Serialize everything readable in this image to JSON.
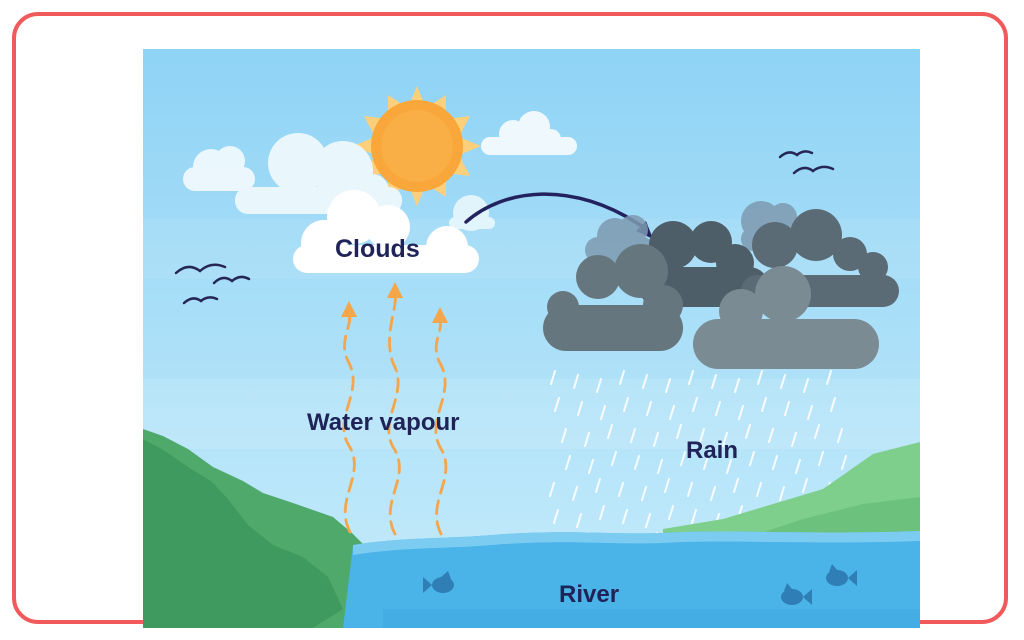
{
  "diagram": {
    "labels": {
      "clouds": "Clouds",
      "water_vapour": "Water vapour",
      "rain": "Rain",
      "river": "River"
    },
    "colors": {
      "frame_border": "#f05a5a",
      "sky_top": "#8fd3f5",
      "sky_bottom": "#c7ecfb",
      "sun": "#f9a73a",
      "sun_rays": "#fcd07a",
      "white_cloud": "#ffffff",
      "storm_cloud_dark": "#4e5e68",
      "storm_cloud_light": "#7d9098",
      "vapour_arrows": "#f5a54a",
      "flow_arrow": "#24225e",
      "hill_dark": "#4ea96b",
      "hill_light": "#7fcf8c",
      "river": "#4ab3e8",
      "fish": "#2f7fb6",
      "birds": "#252653",
      "label_text": "#1f2358"
    },
    "icons": [
      "sun-icon",
      "cloud-icon",
      "storm-cloud-icon",
      "bird-icon",
      "fish-icon",
      "arrow-icon",
      "rain-drop-icon"
    ]
  }
}
